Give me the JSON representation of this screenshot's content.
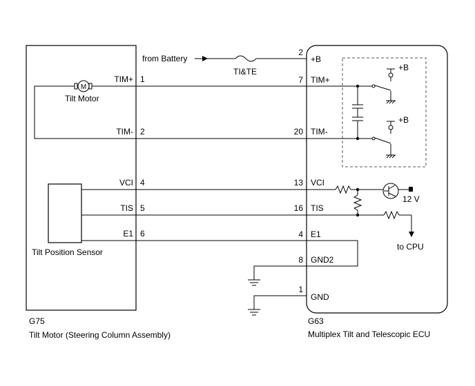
{
  "left_component": {
    "code": "G75",
    "name": "Tilt Motor (Steering Column Assembly)",
    "motor_label": "Tilt Motor",
    "motor_symbol": "M",
    "sensor_label": "Tilt Position Sensor",
    "pins": [
      {
        "signal": "TIM+",
        "number": "1"
      },
      {
        "signal": "TIM-",
        "number": "2"
      },
      {
        "signal": "VCI",
        "number": "4"
      },
      {
        "signal": "TIS",
        "number": "5"
      },
      {
        "signal": "E1",
        "number": "6"
      }
    ]
  },
  "right_component": {
    "code": "G63",
    "name": "Multiplex Tilt and Telescopic ECU",
    "pins": [
      {
        "number": "2",
        "signal": "+B"
      },
      {
        "number": "7",
        "signal": "TIM+"
      },
      {
        "number": "20",
        "signal": "TIM-"
      },
      {
        "number": "13",
        "signal": "VCI"
      },
      {
        "number": "16",
        "signal": "TIS"
      },
      {
        "number": "4",
        "signal": "E1"
      },
      {
        "number": "8",
        "signal": "GND2"
      },
      {
        "number": "1",
        "signal": "GND"
      }
    ],
    "relay_supply_top": "+B",
    "relay_supply_bottom": "+B",
    "supply_voltage": "12 V",
    "output_label": "to CPU"
  },
  "battery_feed": {
    "source_label": "from Battery",
    "fuse_label": "TI&TE"
  }
}
